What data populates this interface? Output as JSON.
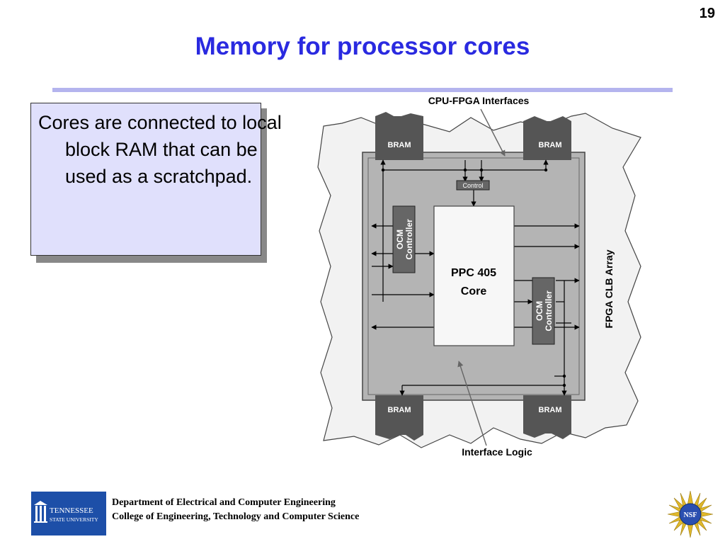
{
  "slide": {
    "number": "19",
    "title": "Memory for processor cores"
  },
  "text_box": {
    "bullet": "Cores are connected to local block RAM that can be used as a scratchpad."
  },
  "diagram": {
    "top_label": "CPU-FPGA Interfaces",
    "bottom_label": "Interface Logic",
    "side_label": "FPGA CLB Array",
    "bram_label": "BRAM",
    "control_label": "Control",
    "core_label_line1": "PPC 405",
    "core_label_line2": "Core",
    "ocm_line1": "OCM",
    "ocm_line2": "Controller",
    "colors": {
      "array_fill": "#f2f2f2",
      "interface_fill": "#b4b4b4",
      "bram_fill": "#555555",
      "core_fill": "#f7f7f7"
    }
  },
  "footer": {
    "dept_line1": "Department of Electrical and Computer Engineering",
    "dept_line2": "College of Engineering, Technology and Computer Science",
    "tsu_logo_text1": "TENNESSEE",
    "tsu_logo_text2": "STATE UNIVERSITY",
    "nsf_text": "NSF"
  }
}
